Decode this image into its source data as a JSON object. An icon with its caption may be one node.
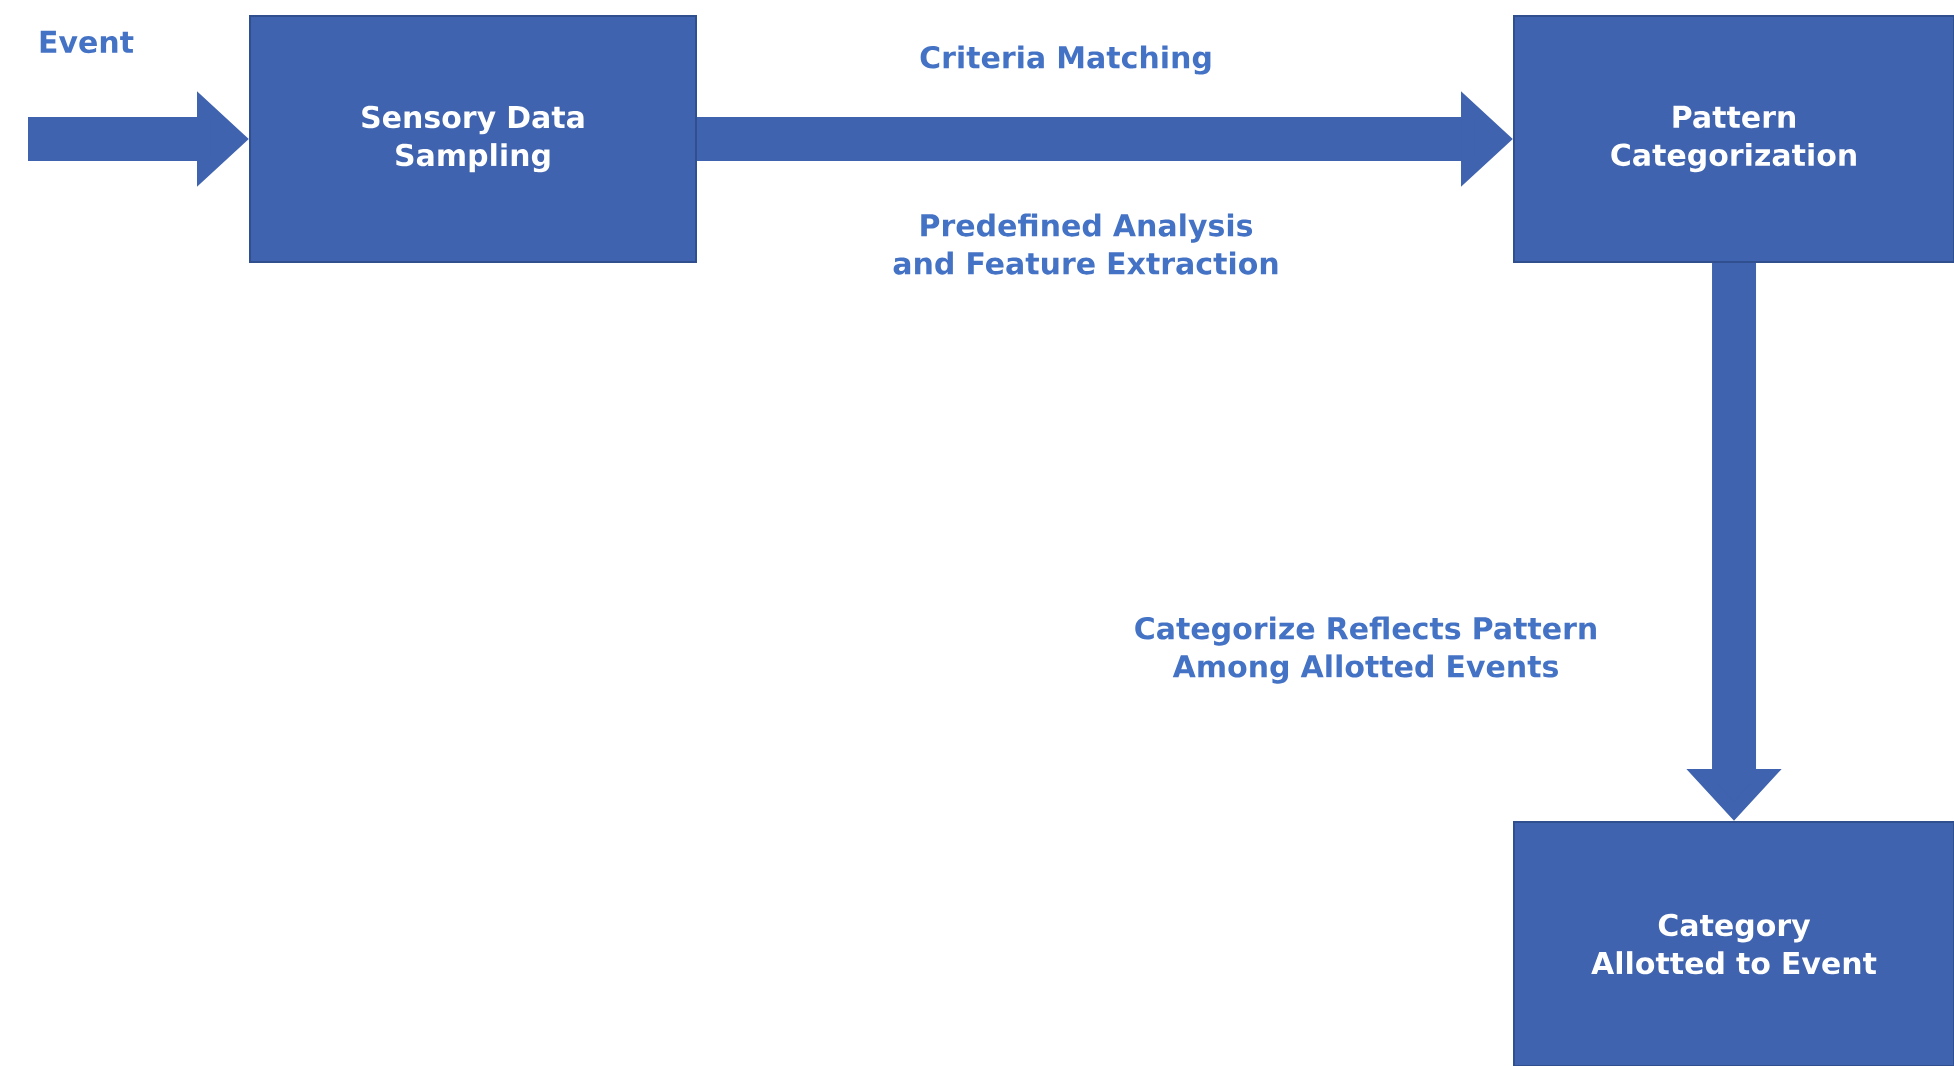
{
  "diagram": {
    "nodes": [
      {
        "text": [
          "Sensory Data Sampling"
        ]
      },
      {
        "text": [
          "Pattern Categorization"
        ]
      },
      {
        "text": [
          "Category Allotted to Event"
        ]
      }
    ],
    "edges": [
      {
        "from": null,
        "to": 0,
        "arrow": "to",
        "label": "Event"
      },
      {
        "from": 0,
        "to": 1,
        "arrow": "to",
        "label": "Criteria Matching"
      },
      {
        "from": 1,
        "to": 2,
        "arrow": "to",
        "label": "Categorize Reflects Pattern Among Allotted Events"
      }
    ],
    "labels": [
      "Predefined Analysis and Feature Extraction"
    ]
  }
}
